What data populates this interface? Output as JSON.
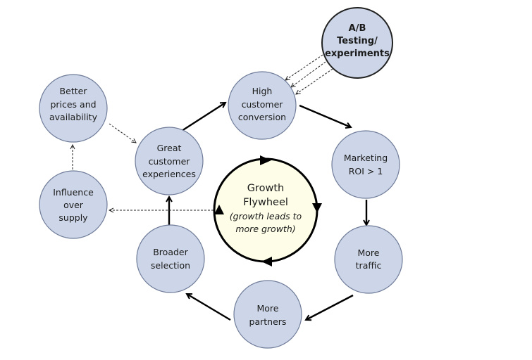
{
  "diagram": {
    "hub": {
      "title_lines": [
        "Growth",
        "Flywheel"
      ],
      "subtitle_lines": [
        "(growth leads to",
        "more growth)"
      ]
    },
    "nodes": [
      {
        "id": "ab",
        "lines": [
          "A/B",
          "Testing/",
          "experiments"
        ]
      },
      {
        "id": "conversion",
        "lines": [
          "High",
          "customer",
          "conversion"
        ]
      },
      {
        "id": "marketing",
        "lines": [
          "Marketing",
          "ROI > 1"
        ]
      },
      {
        "id": "traffic",
        "lines": [
          "More",
          "traffic"
        ]
      },
      {
        "id": "partners",
        "lines": [
          "More",
          "partners"
        ]
      },
      {
        "id": "selection",
        "lines": [
          "Broader",
          "selection"
        ]
      },
      {
        "id": "experiences",
        "lines": [
          "Great",
          "customer",
          "experiences"
        ]
      },
      {
        "id": "supply",
        "lines": [
          "Influence",
          "over",
          "supply"
        ]
      },
      {
        "id": "prices",
        "lines": [
          "Better",
          "prices and",
          "availability"
        ]
      }
    ],
    "edges": [
      {
        "from": "experiences",
        "to": "conversion",
        "style": "solid"
      },
      {
        "from": "conversion",
        "to": "marketing",
        "style": "solid"
      },
      {
        "from": "marketing",
        "to": "traffic",
        "style": "solid"
      },
      {
        "from": "traffic",
        "to": "partners",
        "style": "solid"
      },
      {
        "from": "partners",
        "to": "selection",
        "style": "solid"
      },
      {
        "from": "selection",
        "to": "experiences",
        "style": "solid"
      },
      {
        "from": "ab",
        "to": "conversion",
        "style": "dashed",
        "count": 3
      },
      {
        "from": "hub",
        "to": "supply",
        "style": "dashed"
      },
      {
        "from": "supply",
        "to": "prices",
        "style": "dashed"
      },
      {
        "from": "prices",
        "to": "experiences",
        "style": "dashed"
      }
    ]
  }
}
